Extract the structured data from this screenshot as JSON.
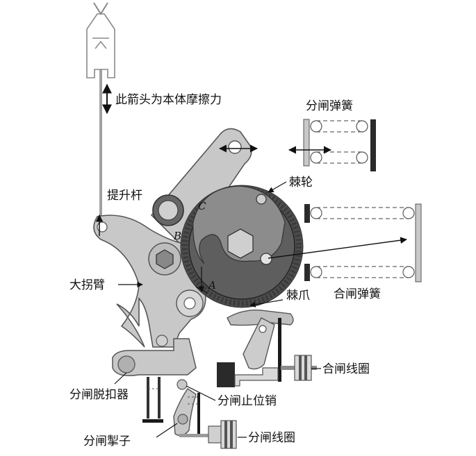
{
  "labels": {
    "arrow_note": "此箭头为本体摩擦力",
    "open_spring": "分闸弹簧",
    "ratchet_wheel": "棘轮",
    "lift_rod": "提升杆",
    "big_crank_arm": "大拐臂",
    "pawl": "棘爪",
    "close_spring": "合闸弹簧",
    "close_coil": "合闸线圈",
    "trip_release": "分闸脱扣器",
    "trip_stop_pin": "分闸止位销",
    "trip_latch": "分闸掣子",
    "trip_coil": "分闸线圈",
    "point_a": "A",
    "point_b": "B",
    "point_c": "C"
  },
  "colors": {
    "light_gray": "#c8c8c8",
    "mid_gray": "#9a9a9a",
    "dark_gray": "#5a5a5a",
    "outline": "#333333",
    "black": "#1a1a1a"
  }
}
